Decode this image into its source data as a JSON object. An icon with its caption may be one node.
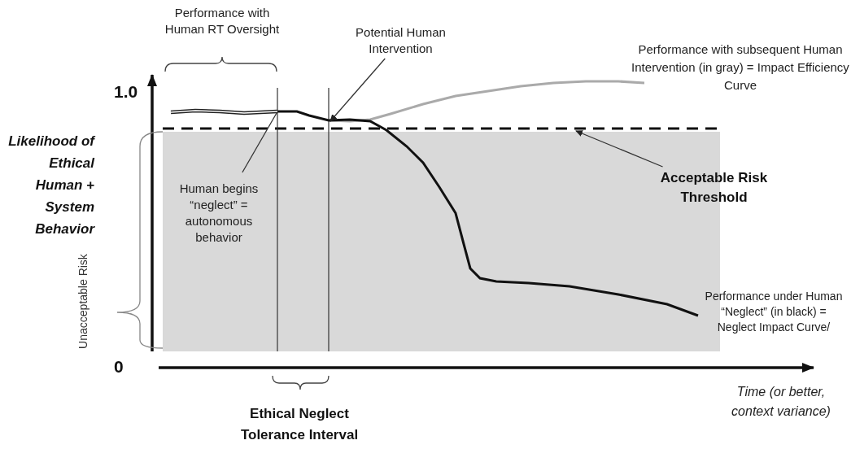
{
  "diagram": {
    "nodes": [
      {
        "text": [
          "Potential Human Intervention"
        ]
      },
      {
        "text": [
          "Human begins “neglect” = autonomous behavior"
        ]
      },
      {
        "text": [
          "Acceptable Risk Threshold"
        ]
      },
      {
        "text": [],
        "shape": "line"
      },
      {
        "text": [],
        "shape": "line"
      },
      {
        "text": [],
        "shape": "line"
      }
    ],
    "edges": [
      {
        "from": 0,
        "to": 4,
        "arrow": "to"
      },
      {
        "from": 1,
        "to": 3,
        "arrow": "none"
      },
      {
        "from": 2,
        "to": 5,
        "arrow": "to"
      }
    ],
    "labels": [
      "Performance with Human RT Oversight",
      "1.0",
      "Performance with subsequent Human Intervention (in gray) = Impact Efficiency Curve",
      "Likelihood of Ethical Human + System Behavior",
      "Unacceptable Risk",
      "Performance under Human “Neglect” (in black) = Neglect Impact Curve/",
      "0",
      "Ethical Neglect Tolerance Interval",
      "Time (or better, context variance)"
    ]
  }
}
